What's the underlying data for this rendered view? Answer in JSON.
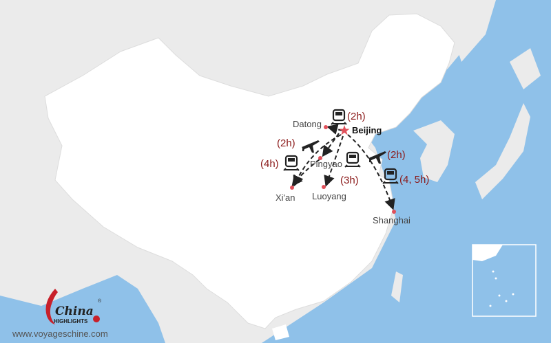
{
  "map": {
    "colors": {
      "sea": "#8fc1e9",
      "land_other": "#ebebeb",
      "china": "#ffffff",
      "route": "#222222",
      "city_dot": "#e0505a",
      "duration": "#8b1a1a"
    },
    "capital": "Beijing",
    "cities": [
      "Datong",
      "Pingyao",
      "Xi'an",
      "Luoyang",
      "Shanghai"
    ],
    "routes": [
      {
        "from": "Beijing",
        "to": "Datong",
        "mode": "train",
        "duration": "(2h)"
      },
      {
        "from": "Beijing",
        "to": "Xi'an",
        "mode": "plane",
        "duration": "(2h)"
      },
      {
        "from": "Pingyao",
        "to": "Xi'an",
        "mode": "train",
        "duration": "(4h)"
      },
      {
        "from": "Beijing",
        "to": "Luoyang",
        "mode": "train",
        "duration": "(3h)"
      },
      {
        "from": "Beijing",
        "to": "Shanghai",
        "mode": "plane",
        "duration": "(2h)"
      },
      {
        "from": "Beijing",
        "to": "Shanghai",
        "mode": "train",
        "duration": "(4, 5h)"
      }
    ]
  },
  "logo": {
    "line1": "China",
    "line2": "HIGHLIGHTS",
    "reg": "®"
  },
  "footer": {
    "url": "www.voyageschine.com"
  }
}
